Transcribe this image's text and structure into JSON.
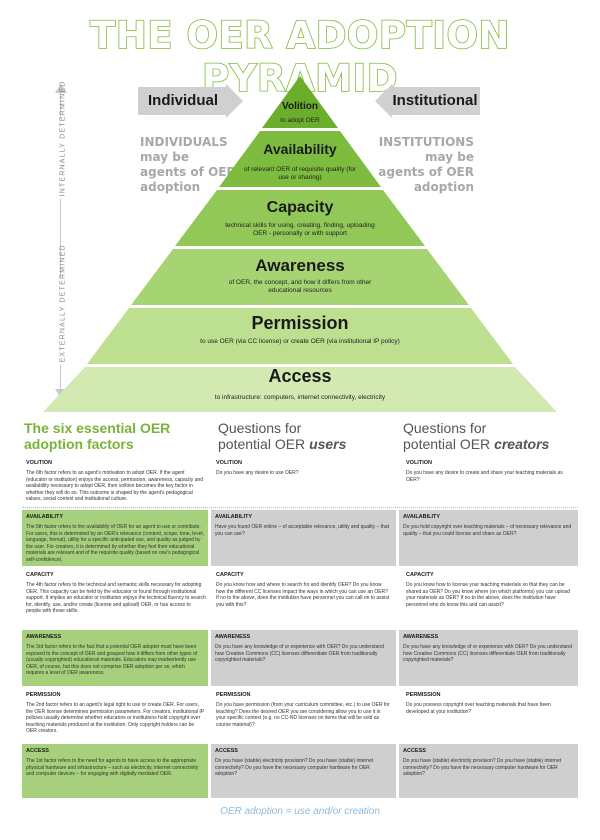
{
  "title": "THE OER ADOPTION PYRAMID",
  "side": {
    "vertical_top": "INTERNALLY DETERMINED",
    "vertical_bottom": "EXTERNALLY DETERMINED",
    "left_arrow": "Individual",
    "right_arrow": "Institutional",
    "left_desc": [
      "INDIVIDUALS",
      "may be",
      "agents of OER",
      "adoption"
    ],
    "right_desc": [
      "INSTITUTIONS",
      "may be",
      "agents of OER",
      "adoption"
    ]
  },
  "pyramid": [
    {
      "title": "Volition",
      "sub": "to adopt OER"
    },
    {
      "title": "Availability",
      "sub": "of relevant OER of requisite quality (for use or sharing)"
    },
    {
      "title": "Capacity",
      "sub": "technical skills for using, creating, finding, uploading OER - personally or with support"
    },
    {
      "title": "Awareness",
      "sub": "of OER, the concept, and how it differs from other educational resources"
    },
    {
      "title": "Permission",
      "sub": "to use OER (via CC license) or create OER (via institutional IP policy)"
    },
    {
      "title": "Access",
      "sub": "to infrastructure: computers, internet connectivity, electricity"
    }
  ],
  "columns": {
    "factors_l1": "The six essential OER",
    "factors_l2": "adoption factors",
    "users_l1": "Questions for",
    "users_l2_prefix": "potential OER ",
    "users_l2_em": "users",
    "creators_l1": "Questions for",
    "creators_l2_prefix": "potential OER ",
    "creators_l2_em": "creators"
  },
  "rows": [
    {
      "factor_head": "VOLITION",
      "factor_text": "The 6th factor refers to an agent's motivation to adopt OER. If the agent (educator or institution) enjoys the access, permission, awareness, capacity and availability necessary to adopt OER, then volition becomes the key factor in whether they will do so. This outcome is shaped by the agent's pedagogical values, social context and institutional culture.",
      "user_head": "VOLITION",
      "user_text": "Do you have any desire to use OER?",
      "creator_head": "VOLITION",
      "creator_text": "Do you have any desire to create and share your teaching materials as OER?"
    },
    {
      "factor_head": "AVAILABILITY",
      "factor_text": "The 5th factor refers to the availability of OER for an agent to use or contribute. For users, this is determined by an OER's relevance (content, scope, tone, level, language, format), utility for a specific anticipated use, and quality as judged by the user. For creators, it is determined by whether they feel their educational materials are relevant and of the requisite quality (based on one's pedagogical self-confidence).",
      "user_head": "AVAILABILITY",
      "user_text": "Have you found OER online – of acceptable relevance, utility and quality – that you can use?",
      "creator_head": "AVAILABILITY",
      "creator_text": "Do you hold copyright over teaching materials – of necessary relevance and quality – that you could license and share as OER?"
    },
    {
      "factor_head": "CAPACITY",
      "factor_text": "The 4th factor refers to the technical and semantic skills necessary for adopting OER. This capacity can be held by the educator or found through institutional support. It implies an educator or institution enjoys the technical fluency to search for, identify, use, and/or create (license and upload) OER, or has access to people with those skills.",
      "user_head": "CAPACITY",
      "user_text": "Do you know how and where to search for and identify OER? Do you know how the different CC licenses impact the ways in which you can use an OER? If no to the above, does the institution have personnel you can call on to assist you with this?",
      "creator_head": "CAPACITY",
      "creator_text": "Do you know how to license your teaching materials so that they can be shared as OER? Do you know where (on which platforms) you can upload your materials as OER? If no to the above, does the institution have personnel who do know this and can assist?"
    },
    {
      "factor_head": "AWARENESS",
      "factor_text": "The 3rd factor refers to the fact that a potential OER adopter must have been exposed to the concept of OER and grasped how it differs from other types of (usually copyrighted) educational materials. Educators may inadvertently use OER, of course, but this does not comprise OER adoption per se, which requires a level of OER awareness.",
      "user_head": "AWARENESS",
      "user_text": "Do you have any knowledge of or experience with OER? Do you understand how Creative Commons (CC) licenses differentiate OER from traditionally copyrighted materials?",
      "creator_head": "AWARENESS",
      "creator_text": "Do you have any knowledge of or experience with OER? Do you understand how Creative Commons (CC) licenses differentiate OER from traditionally copyrighted materials?"
    },
    {
      "factor_head": "PERMISSION",
      "factor_text": "The 2nd factor refers to an agent's legal right to use or create OER. For users, the OER license determines permission parameters. For creators, institutional IP policies usually determine whether educators or institutions hold copyright over teaching materials produced at the institution. Only copyright holders can be OER creators.",
      "user_head": "PERMISSION",
      "user_text": "Do you have permission (from your curriculum committee, etc.) to use OER for teaching? Does the desired OER you are considering allow you to use it in your specific context (e.g. no CC-ND licenses on items that will be sold as course material)?",
      "creator_head": "PERMISSION",
      "creator_text": "Do you possess copyright over teaching materials that have been developed at your institution?"
    },
    {
      "factor_head": "ACCESS",
      "factor_text": "The 1st factor refers to the need for agents to have access to the appropriate physical hardware and infrastructure – such as electricity, internet connectivity and computer devices – for engaging with digitally mediated OER.",
      "user_head": "ACCESS",
      "user_text": "Do you have (stable) electricity provision? Do you have (stable) internet connectivity? Do you have the necessary computer hardware for OER adoption?",
      "creator_head": "ACCESS",
      "creator_text": "Do you have (stable) electricity provision? Do you have (stable) internet connectivity? Do you have the necessary computer hardware for OER adoption?"
    }
  ],
  "footer": "OER adoption = use and/or creation",
  "colors": {
    "title_green": "#7cbb38",
    "layer_greens": [
      "#6aae2c",
      "#7dbc3f",
      "#92c857",
      "#a7d472",
      "#bcdf90",
      "#d2eab2"
    ],
    "highlight_green": "#a6d07b",
    "grey_band": "#cfcfcf",
    "footer_blue": "#8bbbe0"
  }
}
